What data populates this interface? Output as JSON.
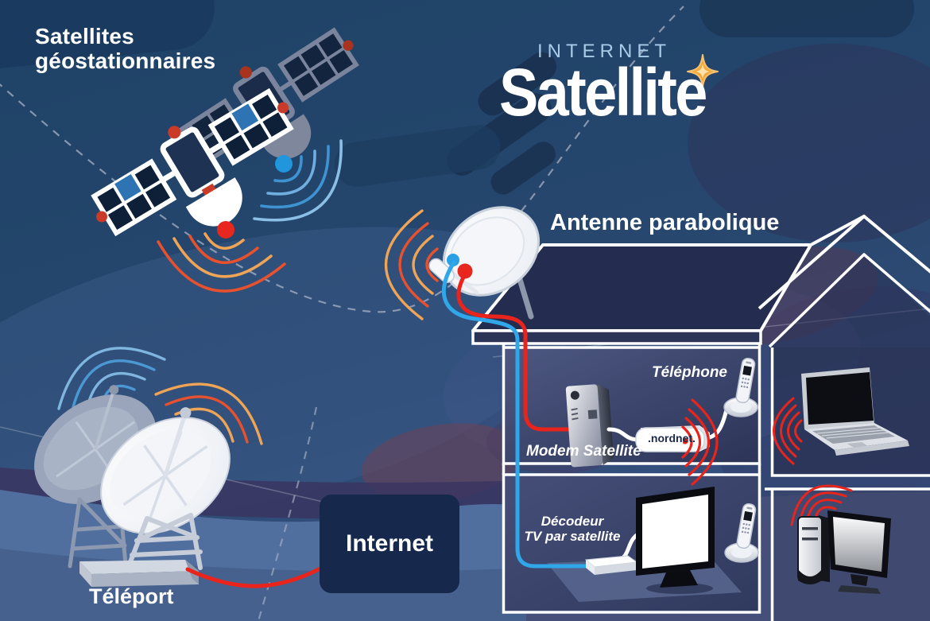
{
  "title": {
    "line1": "Satellites",
    "line2": "géostationnaires"
  },
  "logo": {
    "top": "INTERNET",
    "main": "Satellite",
    "star_icon": "sparkle-star",
    "star_color": "#f2a93b"
  },
  "antenna": {
    "label": "Antenne parabolique"
  },
  "home": {
    "telephone_label": "Téléphone",
    "modem_label": "Modem Satellite",
    "nordnet": {
      "part1": ".nordn",
      "accent": "e",
      "part2": "t."
    },
    "decoder_label_line1": "Décodeur",
    "decoder_label_line2": "TV par satellite"
  },
  "network": {
    "internet_label": "Internet",
    "teleport_label": "Téléport"
  },
  "icons": [
    "geostationary-satellites",
    "satellite-dish",
    "teleport-ground-station",
    "modem",
    "nordnet-voip-box",
    "cordless-phone",
    "tv-screen",
    "tv-decoder",
    "laptop",
    "desktop-computer",
    "wifi-arcs",
    "house-outline"
  ],
  "colors": {
    "background_top": "#1f4267",
    "background_bottom": "#3d568a",
    "cable_red": "#e8241c",
    "cable_blue": "#2fa7e8",
    "arc_orange": "#f0a455",
    "arc_red": "#e8512d",
    "arc_blue": "#3f93d2",
    "internet_box": "#16294d",
    "line_white": "#ffffff"
  }
}
